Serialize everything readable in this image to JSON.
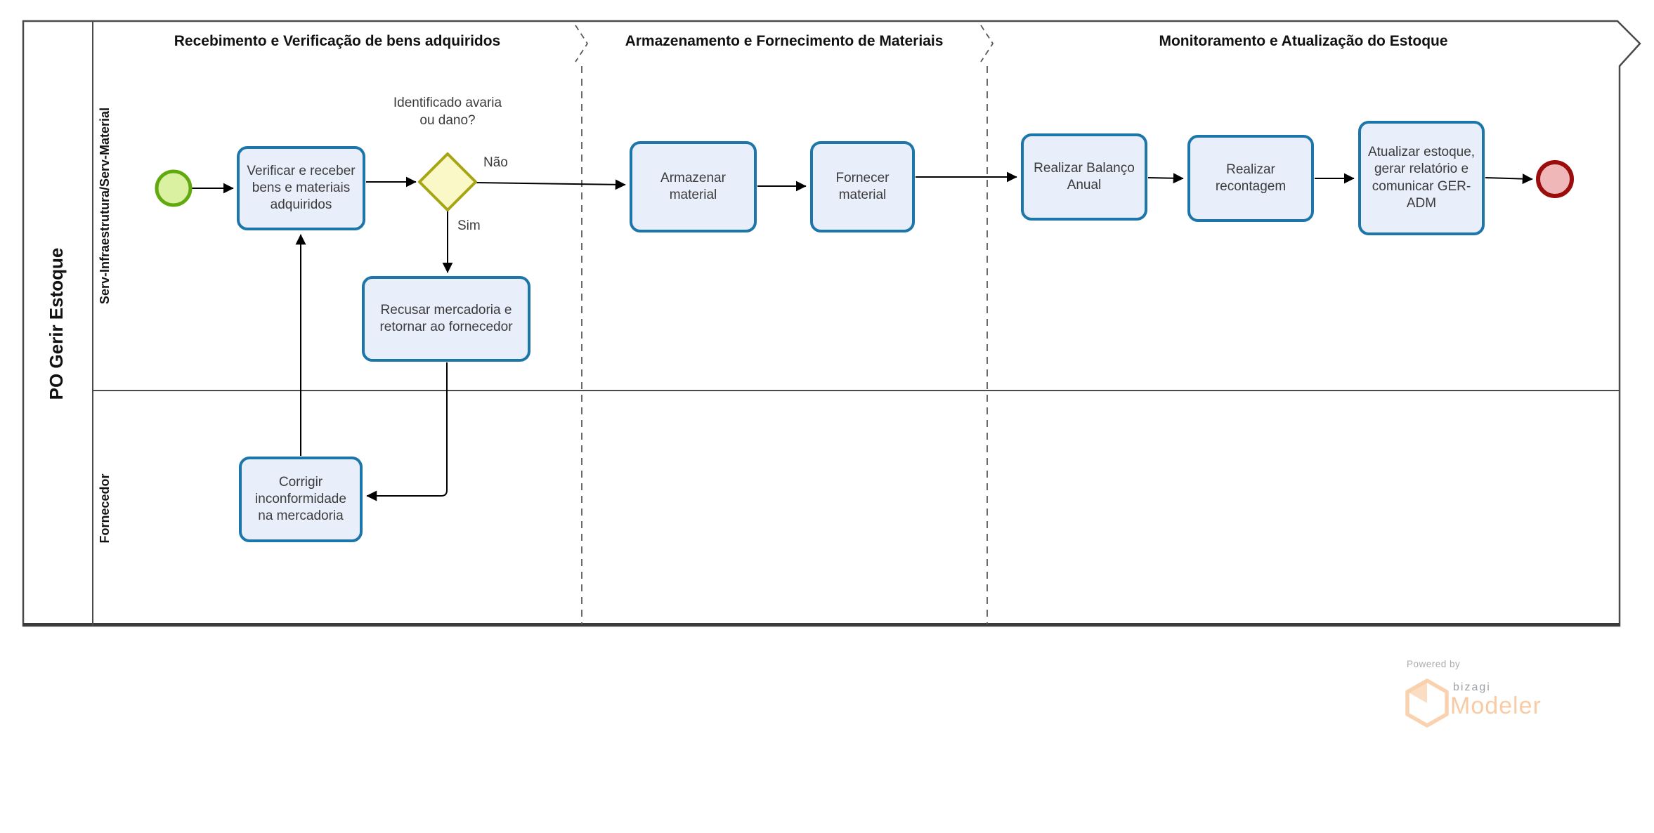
{
  "pool": {
    "title": "PO Gerir Estoque"
  },
  "lanes": [
    {
      "label": "Serv-Infraestrutura/Serv-Material"
    },
    {
      "label": "Fornecedor"
    }
  ],
  "phases": [
    {
      "label": "Recebimento e Verificação de bens adquiridos"
    },
    {
      "label": "Armazenamento e Fornecimento de Materiais"
    },
    {
      "label": "Monitoramento e Atualização do Estoque"
    }
  ],
  "tasks": {
    "verificar": {
      "label": "Verificar e receber bens e materiais adquiridos"
    },
    "recusar": {
      "label": "Recusar mercadoria e retornar ao fornecedor"
    },
    "corrigir": {
      "label": "Corrigir inconformidade na mercadoria"
    },
    "armazenar": {
      "label": "Armazenar material"
    },
    "fornecer": {
      "label": "Fornecer material"
    },
    "balanco": {
      "label": "Realizar Balanço Anual"
    },
    "recontagem": {
      "label": "Realizar recontagem"
    },
    "atualizar": {
      "label": "Atualizar estoque, gerar relatório e comunicar GER-ADM"
    }
  },
  "gateway": {
    "question": "Identificado avaria ou dano?",
    "label_no": "Não",
    "label_yes": "Sim"
  },
  "branding": {
    "powered_by": "Powered by",
    "brand": "bizagi",
    "product": "Modeler"
  },
  "colors": {
    "task_fill": "#e9eefb",
    "task_border": "#1d76aa",
    "gateway_fill": "#f9f8c6",
    "gateway_border": "#a6a513",
    "start_fill": "#d9f1a1",
    "start_border": "#62a90f",
    "end_fill": "#efb7b7",
    "end_border": "#9b0c0c",
    "flow_line": "#000000",
    "pool_border": "#4a4a4a",
    "brand_orange": "#f8cba4"
  }
}
